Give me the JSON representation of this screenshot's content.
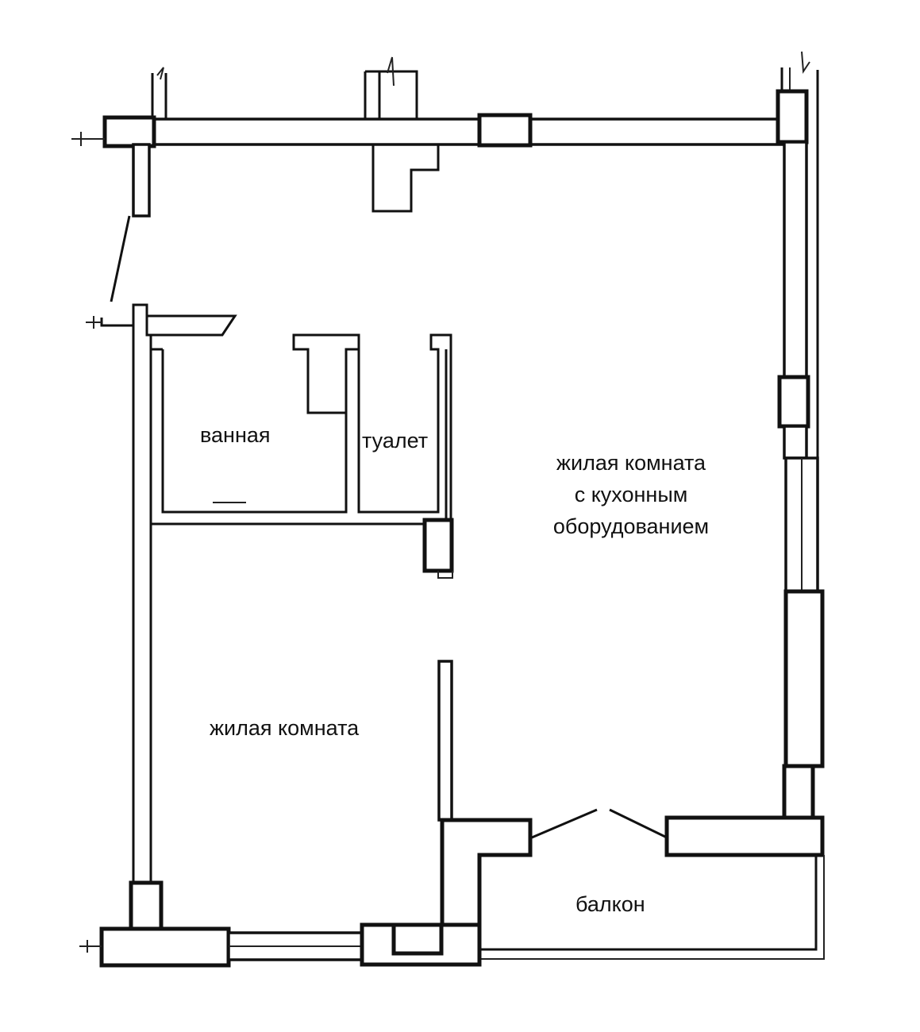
{
  "rooms": {
    "bathroom": "ванная",
    "toilet": "туалет",
    "living_kitchen": [
      "жилая комната",
      "с кухонным",
      "оборудованием"
    ],
    "living_room": "жилая комната",
    "balcony": "балкон"
  }
}
